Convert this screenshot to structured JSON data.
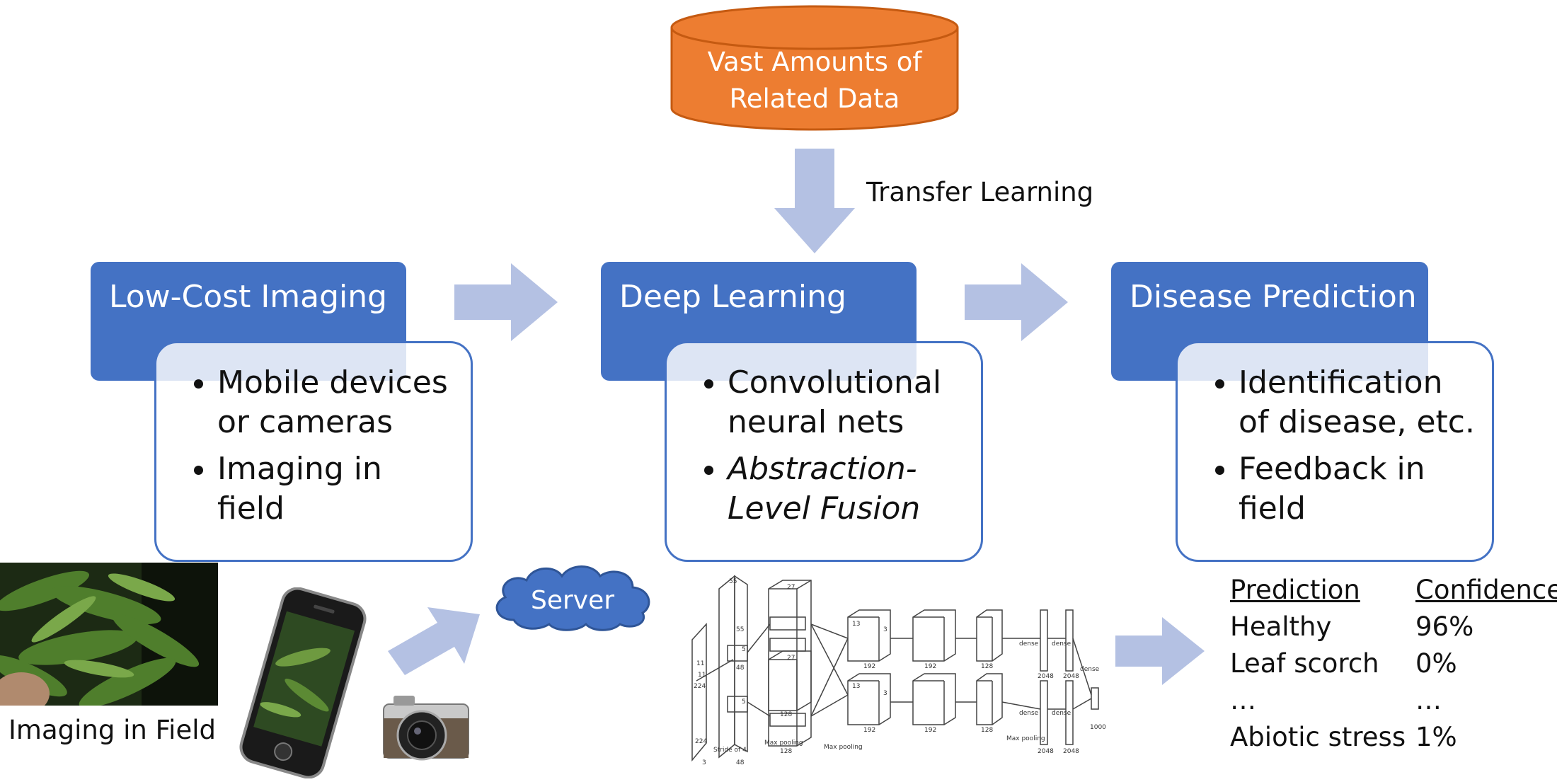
{
  "data_source": {
    "label": "Vast Amounts of Related Data",
    "color": "#ED7D31"
  },
  "transfer_label": "Transfer Learning",
  "stages": [
    {
      "title": "Low-Cost Imaging",
      "bullets": [
        "Mobile devices or cameras",
        "Imaging in field"
      ]
    },
    {
      "title": "Deep Learning",
      "bullets": [
        "Convolutional neural  nets",
        "Abstraction-Level Fusion"
      ]
    },
    {
      "title": "Disease Prediction",
      "bullets": [
        "Identification of disease, etc.",
        "Feedback in field"
      ]
    }
  ],
  "imaging_caption": "Imaging in Field",
  "server_label": "Server",
  "cnn_labels": {
    "stride": "Stride of 4",
    "max_pooling": "Max pooling",
    "dense": "dense",
    "numbers": [
      "224",
      "224",
      "3",
      "11",
      "11",
      "5",
      "5",
      "55",
      "55",
      "48",
      "48",
      "27",
      "27",
      "128",
      "128",
      "13",
      "13",
      "192",
      "192",
      "192",
      "192",
      "128",
      "128",
      "2048",
      "2048",
      "2048",
      "2048",
      "1000",
      "3",
      "3"
    ]
  },
  "prediction_table": {
    "headers": [
      "Prediction",
      "Confidence"
    ],
    "rows": [
      {
        "label": "Healthy",
        "value": "96%"
      },
      {
        "label": "Leaf scorch",
        "value": "0%"
      },
      {
        "label": "…",
        "value": "…"
      },
      {
        "label": "Abiotic stress",
        "value": "1%"
      }
    ]
  },
  "colors": {
    "primary": "#4472C4",
    "arrow": "#B4C1E3",
    "orange": "#ED7D31"
  }
}
